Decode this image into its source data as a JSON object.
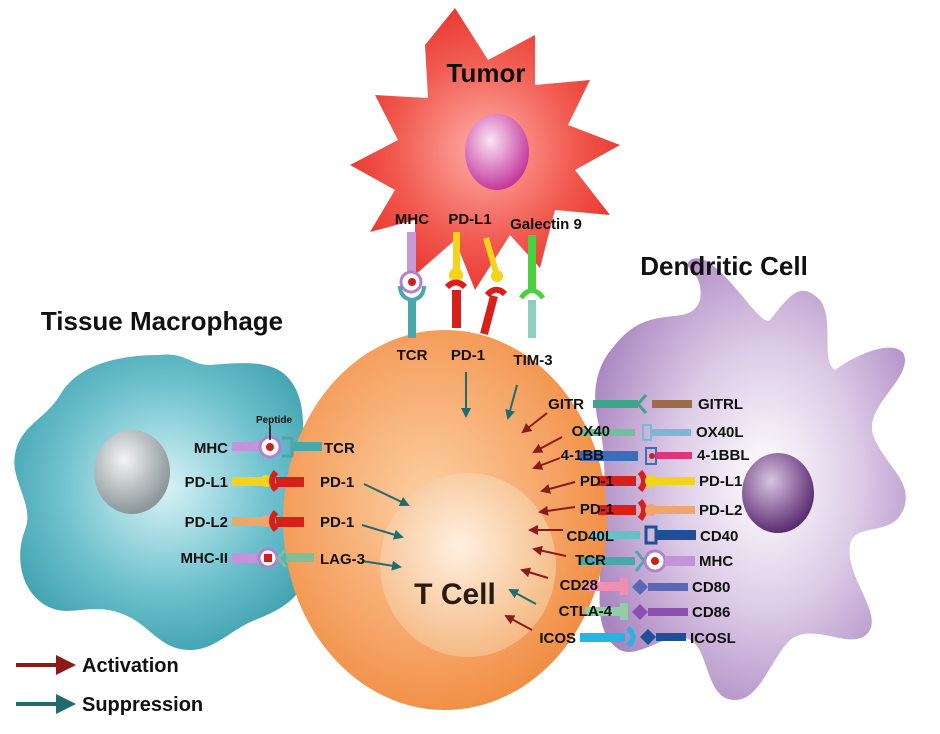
{
  "cells": {
    "tumor": "Tumor",
    "macrophage": "Tissue Macrophage",
    "dendritic": "Dendritic Cell",
    "tcell": "T Cell"
  },
  "tumor_interactions": [
    {
      "ligand": "MHC",
      "receptor": "TCR"
    },
    {
      "ligand": "PD-L1",
      "receptor": "PD-1"
    },
    {
      "ligand": "Galectin 9",
      "receptor": "TIM-3"
    }
  ],
  "macrophage_interactions": [
    {
      "ligand": "MHC",
      "receptor": "TCR",
      "extra": "Peptide"
    },
    {
      "ligand": "PD-L1",
      "receptor": "PD-1"
    },
    {
      "ligand": "PD-L2",
      "receptor": "PD-1"
    },
    {
      "ligand": "MHC-II",
      "receptor": "LAG-3"
    }
  ],
  "dendritic_interactions": [
    {
      "receptor": "GITR",
      "ligand": "GITRL",
      "effect": "activation"
    },
    {
      "receptor": "OX40",
      "ligand": "OX40L",
      "effect": "activation"
    },
    {
      "receptor": "4-1BB",
      "ligand": "4-1BBL",
      "effect": "activation"
    },
    {
      "receptor": "PD-1",
      "ligand": "PD-L1",
      "effect": "activation"
    },
    {
      "receptor": "PD-1",
      "ligand": "PD-L2",
      "effect": "activation"
    },
    {
      "receptor": "CD40L",
      "ligand": "CD40",
      "effect": "activation"
    },
    {
      "receptor": "TCR",
      "ligand": "MHC",
      "effect": "activation"
    },
    {
      "receptor": "CD28",
      "ligand": "CD80",
      "effect": "activation"
    },
    {
      "receptor": "CTLA-4",
      "ligand": "CD86",
      "effect": "suppression"
    },
    {
      "receptor": "ICOS",
      "ligand": "ICOSL",
      "effect": "activation"
    }
  ],
  "legend": {
    "activation": "Activation",
    "suppression": "Suppression"
  },
  "colors": {
    "activation": "#8b1a1a",
    "suppression": "#1f6b6e",
    "tumor": "#e8332c",
    "macrophage": "#46a7b4",
    "dendritic": "#b691c9",
    "tcell": "#f29a52"
  }
}
